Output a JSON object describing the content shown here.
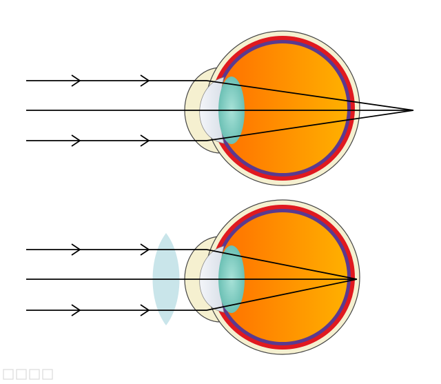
{
  "diagram": {
    "panels": [
      {
        "id": "uncorrected-eye",
        "focus": "behind-retina",
        "corrective_lens": false
      },
      {
        "id": "corrected-eye",
        "focus": "on-retina",
        "corrective_lens": true
      }
    ],
    "rays_per_panel": 3,
    "colors": {
      "background": "#ffffff",
      "ray": "#000000",
      "sclera": "#f5f0d0",
      "cornea": "#e8ecf2",
      "lens": "#7fcfc4",
      "retina_red": "#e0191f",
      "choroid_purple": "#5a3a8f",
      "vitreous_light": "#ff6f00",
      "vitreous_dark": "#ffb000",
      "corrective_lens": "#bfe0e6"
    },
    "icons": {
      "arrowhead": "chevron-right-icon"
    }
  }
}
